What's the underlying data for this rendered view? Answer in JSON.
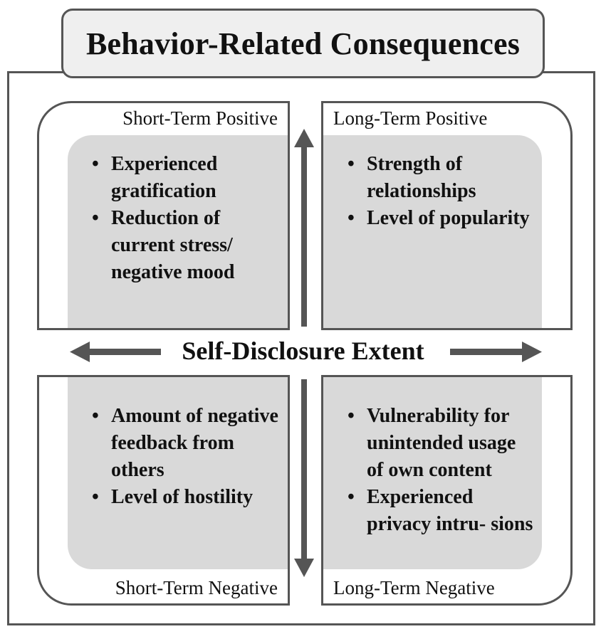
{
  "title": "Behavior-Related Consequences",
  "center_label": "Self-Disclosure Extent",
  "quadrants": {
    "top_left": {
      "label": "Short-Term Positive",
      "items": [
        "Experienced gratification",
        "Reduction of current stress/ negative mood"
      ]
    },
    "top_right": {
      "label": "Long-Term Positive",
      "items": [
        "Strength of relationships",
        "Level of popularity"
      ]
    },
    "bottom_left": {
      "label": "Short-Term Negative",
      "items": [
        "Amount of negative feedback from others",
        "Level of hostility"
      ]
    },
    "bottom_right": {
      "label": "Long-Term Negative",
      "items": [
        "Vulnerability for unintended usage of own content",
        "Experienced privacy intru- sions"
      ]
    }
  },
  "colors": {
    "border": "#555555",
    "title_fill": "#efefef",
    "panel_fill": "#d9d9d9",
    "arrow": "#555555"
  }
}
